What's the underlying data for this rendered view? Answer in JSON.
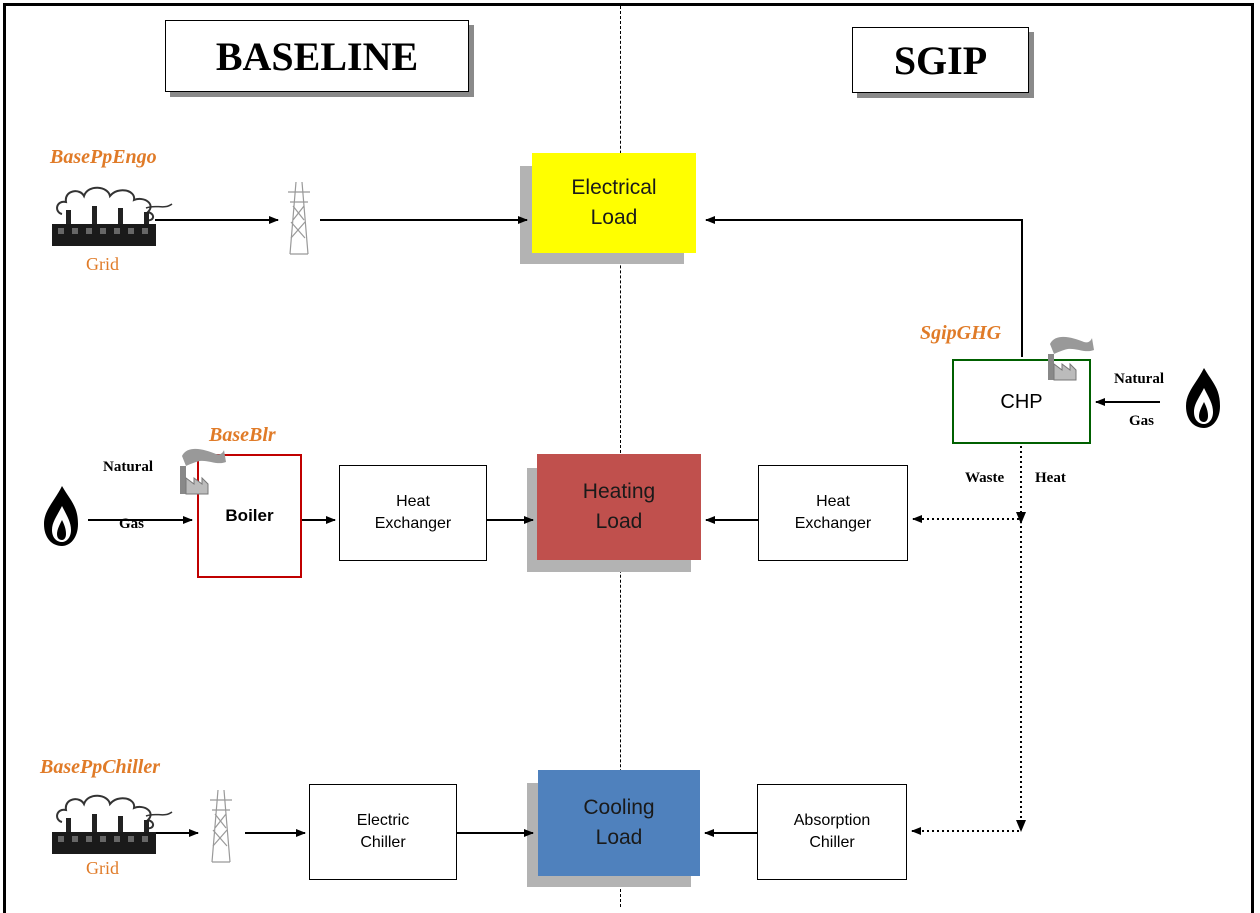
{
  "headers": {
    "baseline": "BASELINE",
    "sgip": "SGIP"
  },
  "tags": {
    "grid_electric": "BasePpEngo",
    "boiler": "BaseBlr",
    "chp": "SgipGHG",
    "grid_chiller": "BasePpChiller"
  },
  "grid_label": "Grid",
  "boxes": {
    "boiler": "Boiler",
    "heat_exchanger": "Heat\nExchanger",
    "electric_chiller": "Electric\nChiller",
    "absorption_chiller": "Absorption\nChiller",
    "chp": "CHP"
  },
  "loads": {
    "electrical": "Electrical\nLoad",
    "heating": "Heating\nLoad",
    "cooling": "Cooling\nLoad"
  },
  "fuel": {
    "natural": "Natural",
    "gas": "Gas"
  },
  "waste_heat": {
    "waste": "Waste",
    "heat": "Heat"
  },
  "colors": {
    "electrical_load": "#ffff00",
    "heating_load": "#c0504d",
    "cooling_load": "#4f81bd",
    "boiler_border": "#c00000",
    "chp_border": "#006000",
    "tag_orange": "#e07b28",
    "shadow": "#b3b3b3"
  },
  "icons": [
    "power-plant-icon",
    "transmission-tower-icon",
    "gas-flame-icon",
    "factory-icon"
  ]
}
